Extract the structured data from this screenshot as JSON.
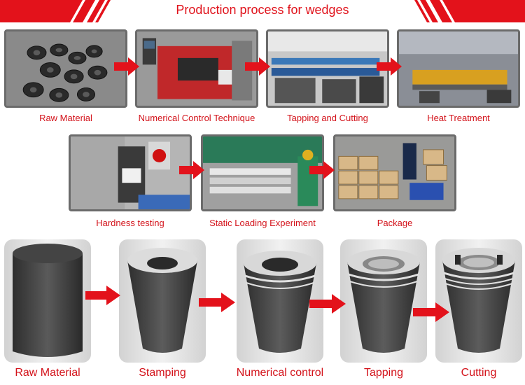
{
  "title": "Production process for wedges",
  "photo_steps": [
    {
      "label": "Raw Material"
    },
    {
      "label": "Numerical Control Technique"
    },
    {
      "label": "Tapping and Cutting"
    },
    {
      "label": "Heat Treatment"
    },
    {
      "label": "Hardness testing"
    },
    {
      "label": "Static Loading Experiment"
    },
    {
      "label": "Package"
    }
  ],
  "wedge_steps": [
    {
      "label": "Raw Material"
    },
    {
      "label": "Stamping"
    },
    {
      "label": "Numerical control"
    },
    {
      "label": "Tapping"
    },
    {
      "label": "Cutting"
    }
  ],
  "colors": {
    "accent": "#e0121b",
    "caption": "#d3121a",
    "frame": "#6b6b6b"
  }
}
